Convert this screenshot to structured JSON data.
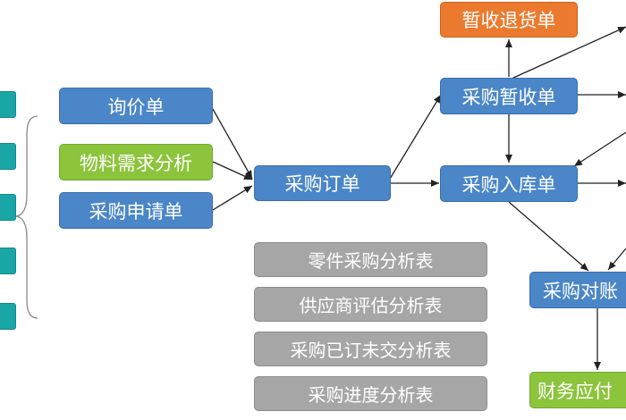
{
  "nodes": {
    "inquiry": "询价单",
    "material_analysis": "物料需求分析",
    "purchase_request": "采购申请单",
    "purchase_order": "采购订单",
    "temp_receipt": "采购暂收单",
    "temp_return": "暂收退货单",
    "warehouse_receipt": "采购入库单",
    "reconciliation": "采购对账",
    "payable": "财务应付",
    "report_parts": "零件采购分析表",
    "report_supplier": "供应商评估分析表",
    "report_outstanding": "采购已订未交分析表",
    "report_progress": "采购进度分析表"
  },
  "colors": {
    "blue": "#4a86c8",
    "green": "#8cc43c",
    "orange": "#ec7a2e",
    "gray": "#a6a6a6",
    "teal": "#1aa6a6"
  }
}
